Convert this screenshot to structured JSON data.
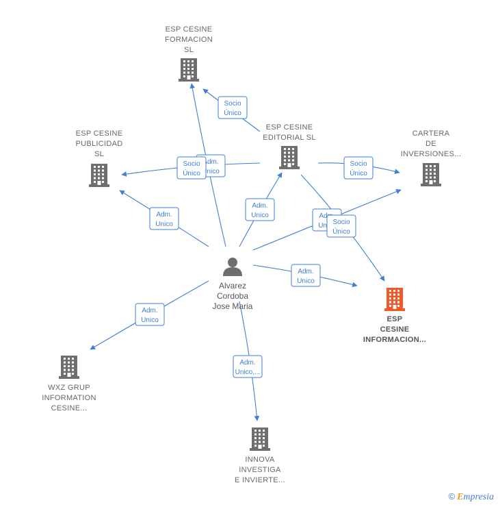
{
  "nodes": [
    {
      "id": "formacion",
      "type": "company",
      "label": [
        "ESP CESINE",
        "FORMACION",
        "SL"
      ],
      "focus": false
    },
    {
      "id": "editorial",
      "type": "company",
      "label": [
        "ESP CESINE",
        "EDITORIAL  SL"
      ],
      "focus": false
    },
    {
      "id": "publicidad",
      "type": "company",
      "label": [
        "ESP CESINE",
        "PUBLICIDAD",
        "SL"
      ],
      "focus": false
    },
    {
      "id": "cartera",
      "type": "company",
      "label": [
        "CARTERA",
        "DE",
        "INVERSIONES..."
      ],
      "focus": false
    },
    {
      "id": "informacion",
      "type": "company",
      "label": [
        "ESP",
        "CESINE",
        "INFORMACION..."
      ],
      "focus": true
    },
    {
      "id": "wxz",
      "type": "company",
      "label": [
        "WXZ GRUP",
        "INFORMATION",
        "CESINE..."
      ],
      "focus": false
    },
    {
      "id": "innova",
      "type": "company",
      "label": [
        "INNOVA",
        "INVESTIGA",
        "E INVIERTE..."
      ],
      "focus": false
    },
    {
      "id": "person",
      "type": "person",
      "label": [
        "Alvarez",
        "Cordoba",
        "Jose Maria"
      ],
      "focus": false
    }
  ],
  "edges": [
    {
      "from": "editorial",
      "to": "formacion",
      "label": [
        "Socio",
        "Único"
      ]
    },
    {
      "from": "person",
      "to": "formacion",
      "label": [
        "Adm.",
        "Unico"
      ]
    },
    {
      "from": "editorial",
      "to": "publicidad",
      "label": [
        "Socio",
        "Único"
      ]
    },
    {
      "from": "person",
      "to": "publicidad",
      "label": [
        "Adm.",
        "Unico"
      ]
    },
    {
      "from": "person",
      "to": "editorial",
      "label": [
        "Adm.",
        "Unico"
      ]
    },
    {
      "from": "editorial",
      "to": "cartera",
      "label": [
        "Socio",
        "Único"
      ]
    },
    {
      "from": "person",
      "to": "cartera",
      "label": [
        "Adm.",
        "Unico"
      ]
    },
    {
      "from": "editorial",
      "to": "informacion",
      "label": [
        "Socio",
        "Único"
      ]
    },
    {
      "from": "person",
      "to": "informacion",
      "label": [
        "Adm.",
        "Unico"
      ]
    },
    {
      "from": "person",
      "to": "wxz",
      "label": [
        "Adm.",
        "Unico"
      ]
    },
    {
      "from": "person",
      "to": "innova",
      "label": [
        "Adm.",
        "Unico,..."
      ]
    }
  ],
  "colors": {
    "edge": "#3f7fd4",
    "company": "#6e6e6e",
    "focus_company": "#f05a28",
    "person": "#6e6e6e"
  },
  "footer": {
    "copyright": "©",
    "brand_initial": "E",
    "brand_rest": "mpresia"
  }
}
